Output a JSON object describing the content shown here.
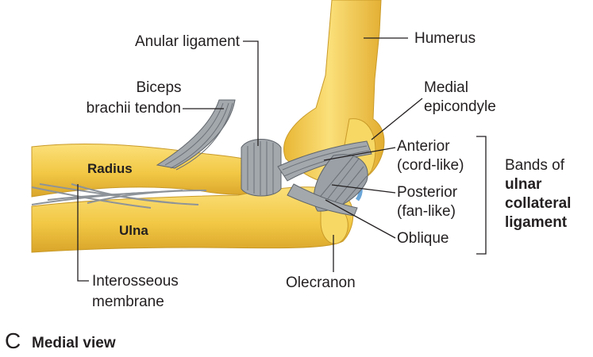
{
  "figure": {
    "panel_letter": "C",
    "view_title": "Medial view"
  },
  "labels": {
    "humerus": "Humerus",
    "anular_ligament": "Anular ligament",
    "biceps_line1": "Biceps",
    "biceps_line2": "brachii tendon",
    "medial_epicondyle_line1": "Medial",
    "medial_epicondyle_line2": "epicondyle",
    "anterior_line1": "Anterior",
    "anterior_line2": "(cord-like)",
    "posterior_line1": "Posterior",
    "posterior_line2": "(fan-like)",
    "oblique": "Oblique",
    "bands_line1": "Bands of",
    "bands_line2": "ulnar",
    "bands_line3": "collateral",
    "bands_line4": "ligament",
    "radius": "Radius",
    "ulna": "Ulna",
    "interosseous_line1": "Interosseous",
    "interosseous_line2": "membrane",
    "olecranon": "Olecranon"
  },
  "colors": {
    "bone": "#f2c845",
    "bone_light": "#fbe07a",
    "bone_shadow": "#d9a52a",
    "ligament": "#9aa0a6",
    "ligament_dark": "#5f656b",
    "cartilage": "#6aa6d8",
    "leader_line": "#231f20"
  }
}
